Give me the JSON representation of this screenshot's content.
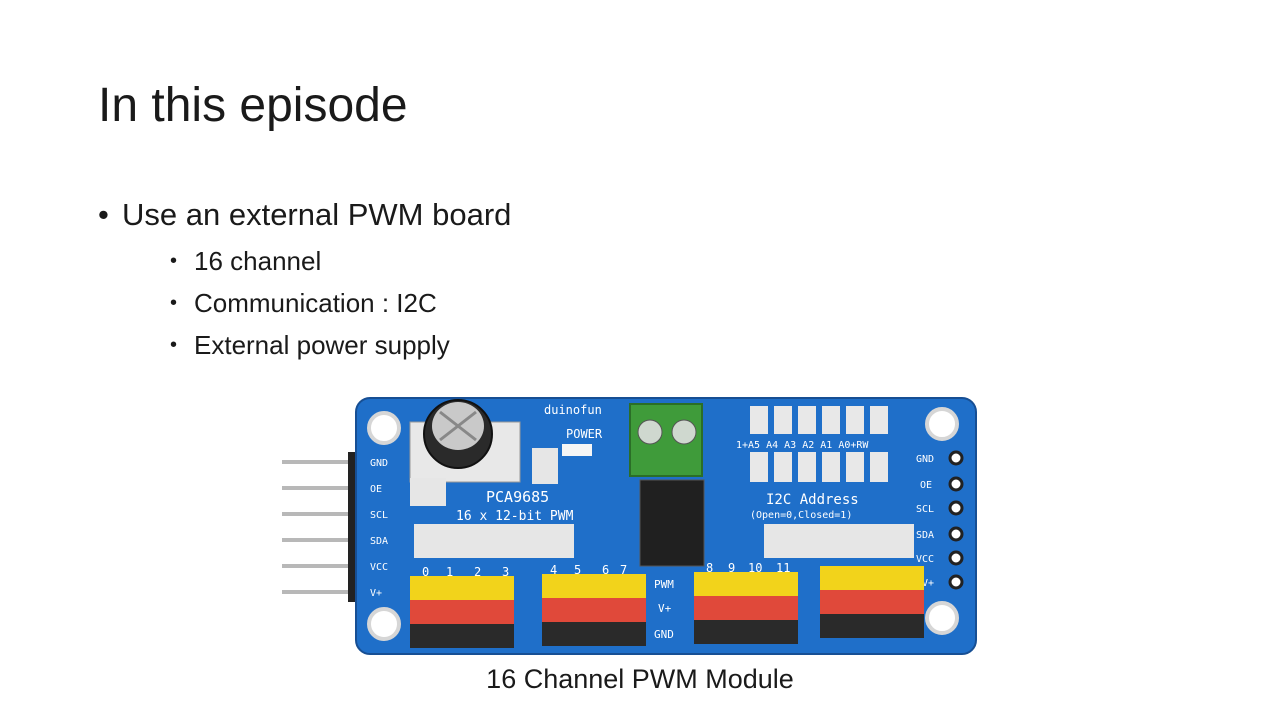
{
  "slide": {
    "title": "In this episode",
    "bullets": [
      {
        "text": "Use an external PWM board",
        "children": [
          "16 channel",
          "Communication : I2C",
          "External power supply"
        ]
      }
    ],
    "caption": "16 Channel PWM Module"
  },
  "board": {
    "silkscreen": {
      "brand": "duinofun",
      "power": "POWER",
      "chip": "PCA9685",
      "resolution": "16 x 12-bit PWM",
      "address_title": "I2C Address",
      "address_hint": "(Open=0,Closed=1)",
      "address_bits": "1+A5 A4 A3 A2 A1 A0+RW",
      "row_pwm": "PWM",
      "row_vplus": "V+",
      "row_gnd": "GND",
      "left_pins": [
        "GND",
        "OE",
        "SCL",
        "SDA",
        "VCC",
        "V+"
      ],
      "right_pins": [
        "GND",
        "OE",
        "SCL",
        "SDA",
        "VCC",
        "V+"
      ],
      "channels_a": [
        "0",
        "1",
        "2",
        "3"
      ],
      "channels_b": [
        "4",
        "5",
        "6",
        "7"
      ],
      "channels_c": [
        "8",
        "9",
        "10",
        "11"
      ]
    },
    "colors": {
      "pcb": "#1f6fc9",
      "pwm_header": "#f2d31b",
      "vplus_header": "#e0493a",
      "gnd_header": "#2a2a2a",
      "terminal": "#3f9b3a"
    }
  }
}
